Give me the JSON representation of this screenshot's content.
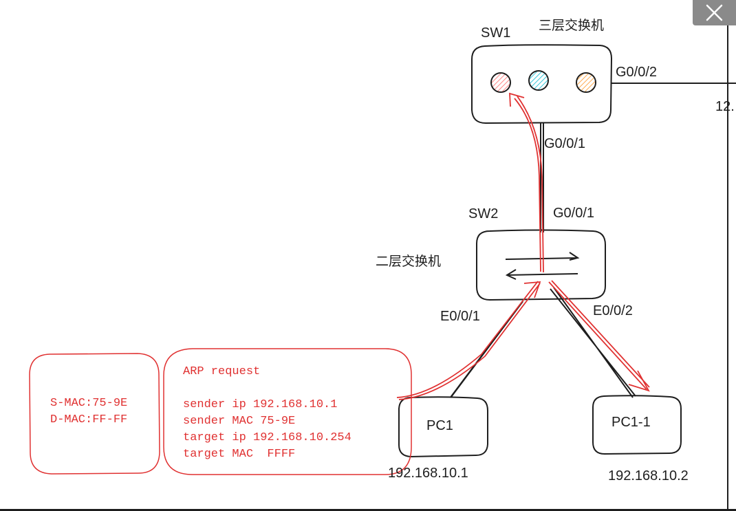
{
  "window": {
    "close_icon": "close-icon"
  },
  "devices": {
    "sw1": {
      "name": "SW1",
      "type_label": "三层交换机"
    },
    "sw2": {
      "name": "SW2",
      "type_label": "二层交换机"
    },
    "pc1": {
      "name": "PC1",
      "ip": "192.168.10.1"
    },
    "pc2": {
      "name": "PC1-1",
      "ip": "192.168.10.2"
    }
  },
  "ports": {
    "sw1_right": "G0/0/2",
    "sw1_down": "G0/0/1",
    "sw2_up": "G0/0/1",
    "sw2_left": "E0/0/1",
    "sw2_right": "E0/0/2"
  },
  "cut_off_label": "12.",
  "colors": {
    "ink": "#1e1e1e",
    "annotation": "#e03131",
    "port_red": "#ffc9c9",
    "port_cyan": "#99e9f2",
    "port_orange": "#ffc078"
  },
  "frame_box": {
    "lines": [
      "S-MAC:75-9E",
      "D-MAC:FF-FF"
    ]
  },
  "arp_box": {
    "title": "ARP request",
    "lines": [
      "sender ip 192.168.10.1",
      "sender MAC 75-9E",
      "target ip 192.168.10.254",
      "target MAC  FFFF"
    ]
  }
}
